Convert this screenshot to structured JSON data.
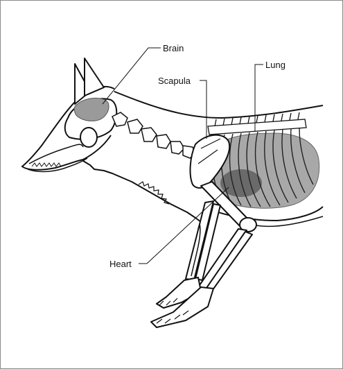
{
  "labels": {
    "brain": "Brain",
    "lung": "Lung",
    "scapula": "Scapula",
    "heart": "Heart"
  },
  "colors": {
    "outline": "#111111",
    "organ_fill": "#9a9a9a",
    "heart_fill": "#6a6a6a",
    "border": "#8a8a8a"
  }
}
